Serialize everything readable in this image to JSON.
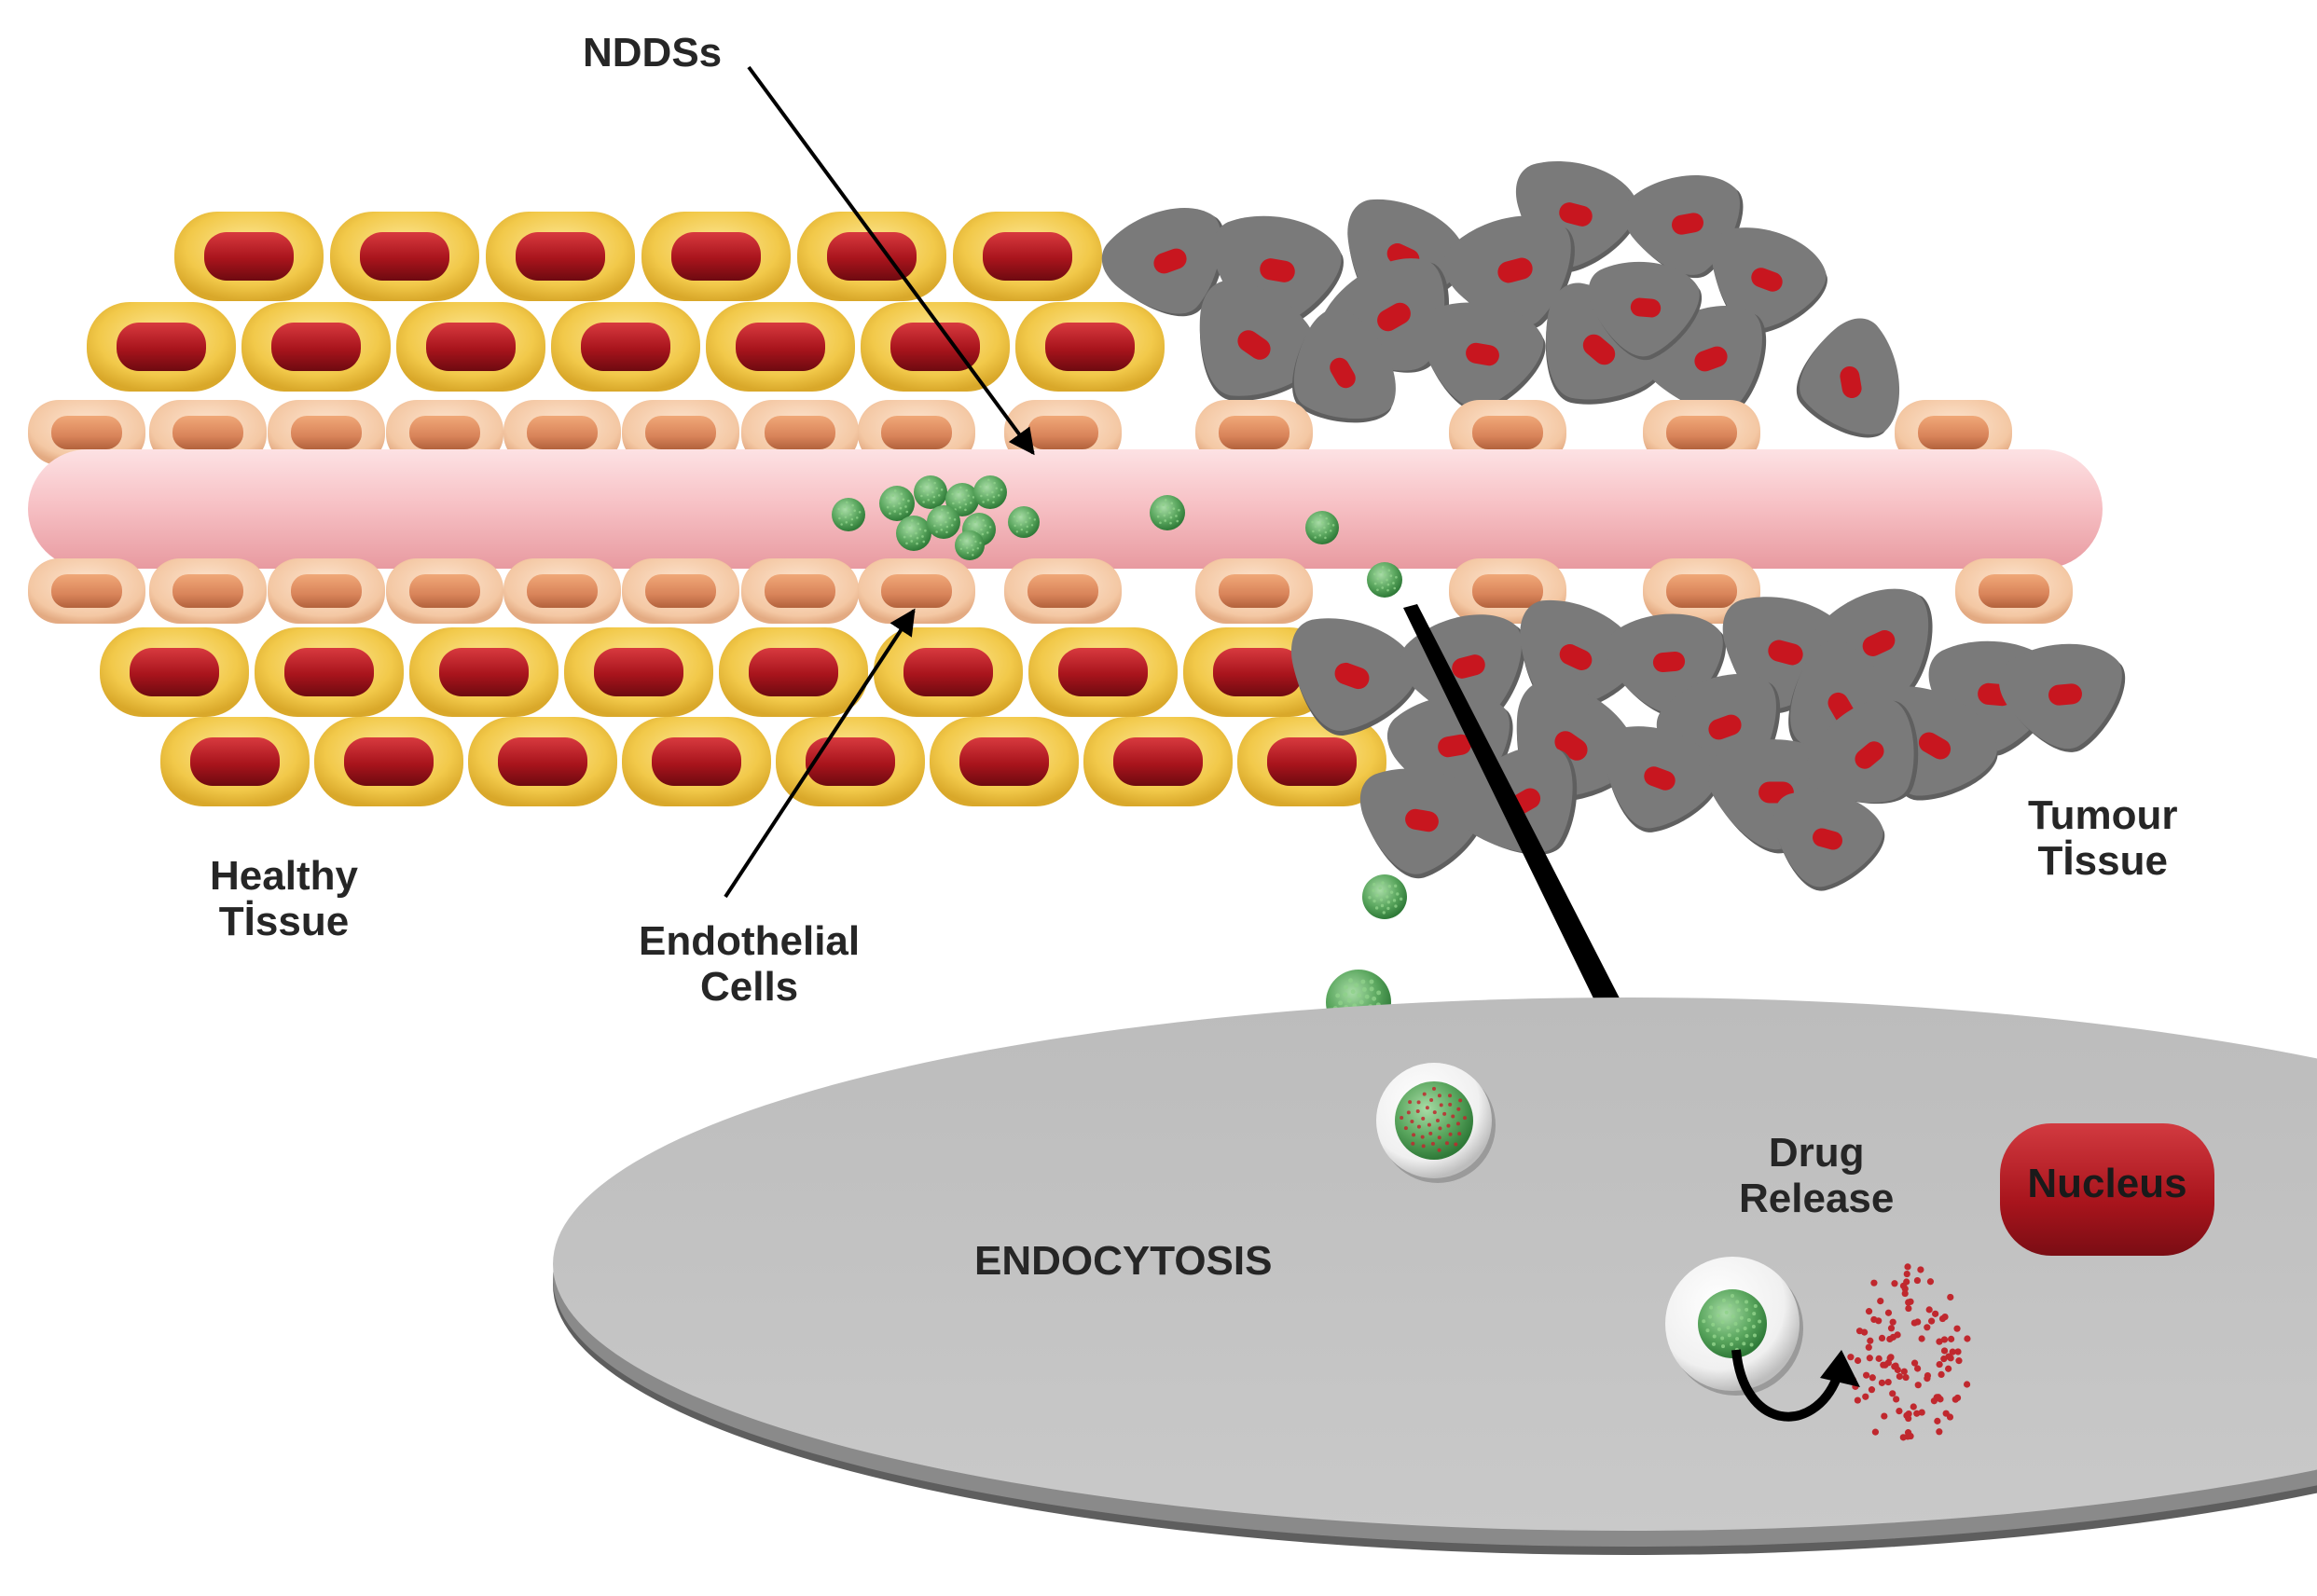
{
  "labels": {
    "nddss": "NDDSs",
    "healthy_1": "Healthy",
    "healthy_2": "Tİssue",
    "endothelial_1": "Endothelial",
    "endothelial_2": "Cells",
    "tumour_1": "Tumour",
    "tumour_2": "Tİssue",
    "endocytosis": "ENDOCYTOSIS",
    "drug_1": "Drug",
    "drug_2": "Release",
    "nucleus": "Nucleus"
  },
  "colors": {
    "healthy_cell_outer": "#f2c94a",
    "healthy_cell_nucleus": "#a8141c",
    "endothelial_outer": "#f4c8a4",
    "endothelial_nucleus": "#d98a5c",
    "vessel": "#f5b8bc",
    "tumour_cell": "#737373",
    "tumour_nucleus": "#c8161f",
    "nanoparticle": "#5aa65e",
    "cell_body": "#c0c0c0",
    "drug_dots": "#c0282e"
  }
}
